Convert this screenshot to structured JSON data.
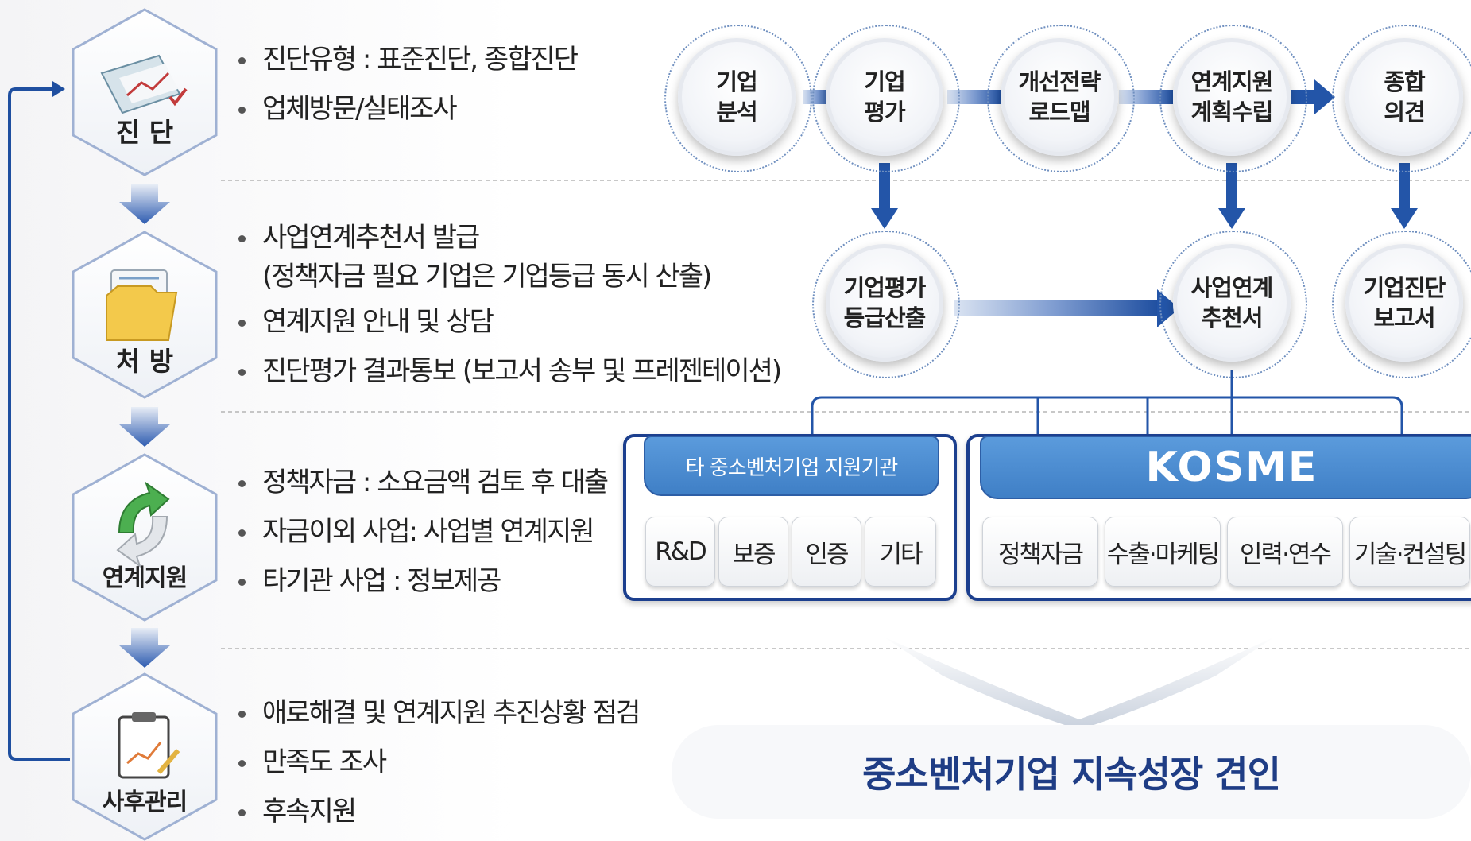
{
  "stages": [
    {
      "label": "진 단",
      "icon": "document-chart-icon",
      "bullets": [
        "진단유형 : 표준진단, 종합진단",
        "업체방문/실태조사"
      ]
    },
    {
      "label": "처 방",
      "icon": "folder-icon",
      "bullets": [
        "사업연계추천서 발급",
        "(정책자금 필요 기업은 기업등급 동시 산출)",
        "연계지원 안내 및 상담",
        "진단평가 결과통보 (보고서 송부 및 프레젠테이션)"
      ]
    },
    {
      "label": "연계지원",
      "icon": "refresh-arrow-icon",
      "bullets": [
        "정책자금 : 소요금액 검토 후 대출",
        "자금이외 사업: 사업별 연계지원",
        "타기관 사업 : 정보제공"
      ]
    },
    {
      "label": "사후관리",
      "icon": "clipboard-chart-icon",
      "bullets": [
        "애로해결 및 연계지원 추진상황 점검",
        "만족도 조사",
        "후속지원"
      ]
    }
  ],
  "flow": {
    "top": [
      "기업\n분석",
      "기업\n평가",
      "개선전략\n로드맵",
      "연계지원\n계획수립",
      "종합\n의견"
    ],
    "middle": [
      "기업평가\n등급산출",
      "사업연계\n추천서",
      "기업진단\n보고서"
    ]
  },
  "other_agencies": {
    "title": "타 중소벤처기업 지원기관",
    "items": [
      "R&D",
      "보증",
      "인증",
      "기타"
    ]
  },
  "kosme": {
    "logo": "KOSME",
    "items": [
      "정책자금",
      "수출·마케팅",
      "인력·연수",
      "기술·컨설팅"
    ]
  },
  "conclusion": "중소벤처기업 지속성장 견인",
  "colors": {
    "accent": "#1f4fa0",
    "arrow": "#2355a8",
    "panel_head": "#4a8bd0",
    "title": "#1f3d85"
  }
}
